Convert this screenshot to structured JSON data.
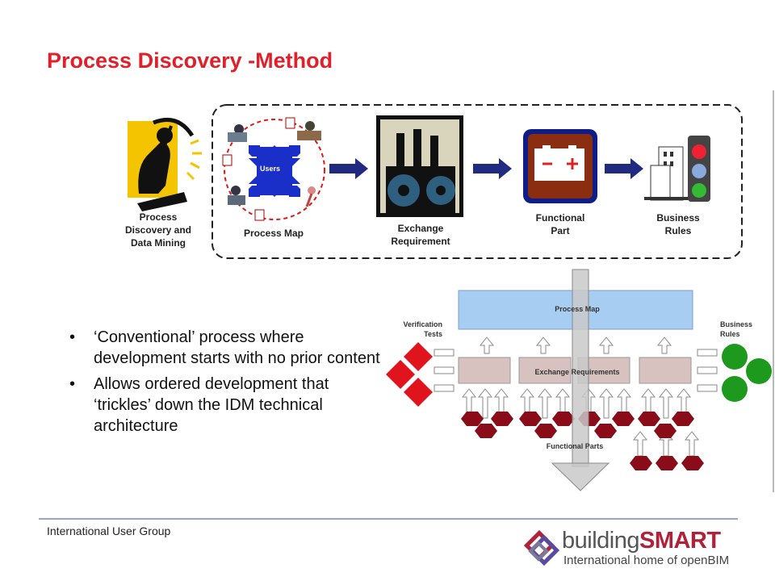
{
  "slide": {
    "title": "Process Discovery -Method"
  },
  "process_flow": {
    "discovery_label": "Process\nDiscovery and\nData Mining",
    "process_map_label": "Process Map",
    "users_label": "Users",
    "exchange_label": "Exchange\nRequirement",
    "functional_label": "Functional\nPart",
    "business_label": "Business\nRules"
  },
  "architecture": {
    "process_map": "Process Map",
    "verification_tests": "Verification\nTests",
    "business_rules": "Business\nRules",
    "exchange_requirements": "Exchange Requirements",
    "functional_parts": "Functional Parts"
  },
  "bullets": [
    "‘Conventional’ process where development starts with no prior content",
    "Allows ordered development that ‘trickles’ down the IDM technical architecture"
  ],
  "footer": {
    "group": "International User Group",
    "logo_prefix": "building",
    "logo_brand": "SMART",
    "logo_tagline": "International home of openBIM"
  },
  "colors": {
    "title": "#e0202a",
    "flow_arrow": "#1f2a80",
    "brand": "#b0223a"
  }
}
